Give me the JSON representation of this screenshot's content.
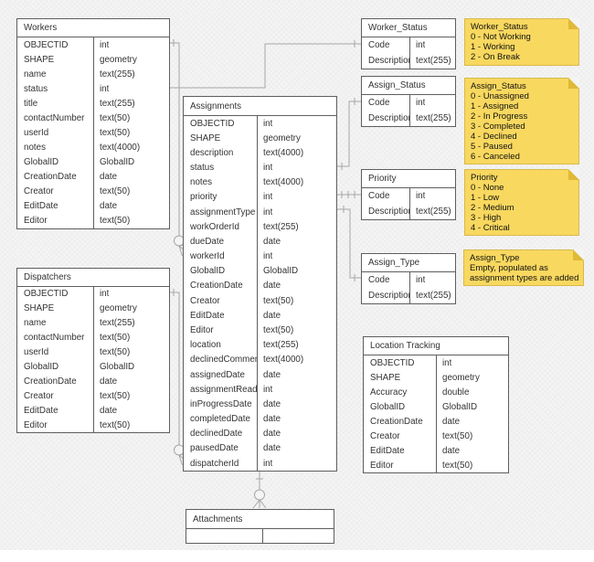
{
  "app": {
    "description": "Entity relationship diagram of Workforce geodatabase tables"
  },
  "colors": {
    "background": "#f4f4f4",
    "table_fill": "#ffffff",
    "table_border": "#5e5e5e",
    "connector": "#a6a6a6",
    "note_fill": "#f8d85f",
    "note_border": "#d8b94e",
    "note_fold": "#dfb937",
    "text": "#333333"
  },
  "tables": {
    "workers": {
      "title": "Workers",
      "fields": [
        {
          "name": "OBJECTID",
          "type": "int"
        },
        {
          "name": "SHAPE",
          "type": "geometry"
        },
        {
          "name": "name",
          "type": "text(255)"
        },
        {
          "name": "status",
          "type": "int"
        },
        {
          "name": "title",
          "type": "text(255)"
        },
        {
          "name": "contactNumber",
          "type": "text(50)"
        },
        {
          "name": "userId",
          "type": "text(50)"
        },
        {
          "name": "notes",
          "type": "text(4000)"
        },
        {
          "name": "GlobalID",
          "type": "GlobalID"
        },
        {
          "name": "CreationDate",
          "type": "date"
        },
        {
          "name": "Creator",
          "type": "text(50)"
        },
        {
          "name": "EditDate",
          "type": "date"
        },
        {
          "name": "Editor",
          "type": "text(50)"
        }
      ]
    },
    "dispatchers": {
      "title": "Dispatchers",
      "fields": [
        {
          "name": "OBJECTID",
          "type": "int"
        },
        {
          "name": "SHAPE",
          "type": "geometry"
        },
        {
          "name": "name",
          "type": "text(255)"
        },
        {
          "name": "contactNumber",
          "type": "text(50)"
        },
        {
          "name": "userId",
          "type": "text(50)"
        },
        {
          "name": "GlobalID",
          "type": "GlobalID"
        },
        {
          "name": "CreationDate",
          "type": "date"
        },
        {
          "name": "Creator",
          "type": "text(50)"
        },
        {
          "name": "EditDate",
          "type": "date"
        },
        {
          "name": "Editor",
          "type": "text(50)"
        }
      ]
    },
    "assignments": {
      "title": "Assignments",
      "fields": [
        {
          "name": "OBJECTID",
          "type": "int"
        },
        {
          "name": "SHAPE",
          "type": "geometry"
        },
        {
          "name": "description",
          "type": "text(4000)"
        },
        {
          "name": "status",
          "type": "int"
        },
        {
          "name": "notes",
          "type": "text(4000)"
        },
        {
          "name": "priority",
          "type": "int"
        },
        {
          "name": "assignmentType",
          "type": "int"
        },
        {
          "name": "workOrderId",
          "type": "text(255)"
        },
        {
          "name": "dueDate",
          "type": "date"
        },
        {
          "name": "workerId",
          "type": "int"
        },
        {
          "name": "GlobalID",
          "type": "GlobalID"
        },
        {
          "name": "CreationDate",
          "type": "date"
        },
        {
          "name": "Creator",
          "type": "text(50)"
        },
        {
          "name": "EditDate",
          "type": "date"
        },
        {
          "name": "Editor",
          "type": "text(50)"
        },
        {
          "name": "location",
          "type": "text(255)"
        },
        {
          "name": "declinedComment",
          "type": "text(4000)"
        },
        {
          "name": "assignedDate",
          "type": "date"
        },
        {
          "name": "assignmentRead",
          "type": "int"
        },
        {
          "name": "inProgressDate",
          "type": "date"
        },
        {
          "name": "completedDate",
          "type": "date"
        },
        {
          "name": "declinedDate",
          "type": "date"
        },
        {
          "name": "pausedDate",
          "type": "date"
        },
        {
          "name": "dispatcherId",
          "type": "int"
        }
      ]
    },
    "worker_status": {
      "title": "Worker_Status",
      "fields": [
        {
          "name": "Code",
          "type": "int"
        },
        {
          "name": "Description",
          "type": "text(255)"
        }
      ]
    },
    "assign_status": {
      "title": "Assign_Status",
      "fields": [
        {
          "name": "Code",
          "type": "int"
        },
        {
          "name": "Description",
          "type": "text(255)"
        }
      ]
    },
    "priority": {
      "title": "Priority",
      "fields": [
        {
          "name": "Code",
          "type": "int"
        },
        {
          "name": "Description",
          "type": "text(255)"
        }
      ]
    },
    "assign_type": {
      "title": "Assign_Type",
      "fields": [
        {
          "name": "Code",
          "type": "int"
        },
        {
          "name": "Description",
          "type": "text(255)"
        }
      ]
    },
    "location_tracking": {
      "title": "Location Tracking",
      "fields": [
        {
          "name": "OBJECTID",
          "type": "int"
        },
        {
          "name": "SHAPE",
          "type": "geometry"
        },
        {
          "name": "Accuracy",
          "type": "double"
        },
        {
          "name": "GlobalID",
          "type": "GlobalID"
        },
        {
          "name": "CreationDate",
          "type": "date"
        },
        {
          "name": "Creator",
          "type": "text(50)"
        },
        {
          "name": "EditDate",
          "type": "date"
        },
        {
          "name": "Editor",
          "type": "text(50)"
        }
      ]
    },
    "attachments": {
      "title": "Attachments",
      "fields": []
    }
  },
  "notes": {
    "worker_status": {
      "title": "Worker_Status",
      "lines": [
        "0 - Not Working",
        "1 - Working",
        "2 - On Break"
      ]
    },
    "assign_status": {
      "title": "Assign_Status",
      "lines": [
        "0 - Unassigned",
        "1 - Assigned",
        "2 - In Progress",
        "3 - Completed",
        "4 - Declined",
        "5 - Paused",
        "6 - Canceled"
      ]
    },
    "priority": {
      "title": "Priority",
      "lines": [
        "0 - None",
        "1 - Low",
        "2 - Medium",
        "3 - High",
        "4 - Critical"
      ]
    },
    "assign_type": {
      "title": "Assign_Type",
      "lines": [
        "Empty, populated as",
        "assignment types are added"
      ]
    }
  }
}
